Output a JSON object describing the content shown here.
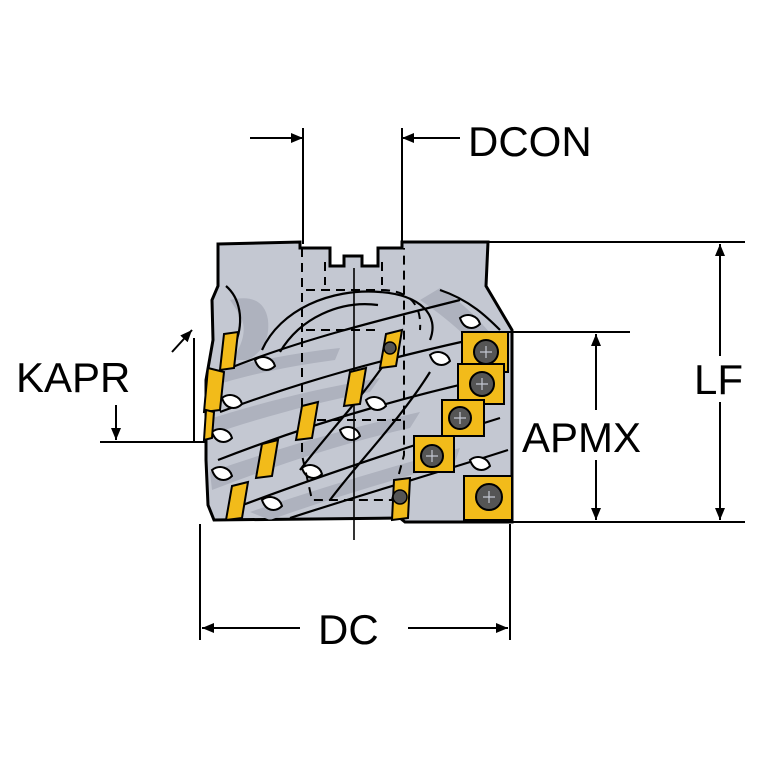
{
  "labels": {
    "dcon": "DCON",
    "lf": "LF",
    "kapr": "KAPR",
    "apmx": "APMX",
    "dc": "DC"
  },
  "colors": {
    "body": "#c4c8d2",
    "body_shade": "#aeb2be",
    "insert": "#f2bb1a",
    "outline": "#000000",
    "screw": "#555555"
  }
}
